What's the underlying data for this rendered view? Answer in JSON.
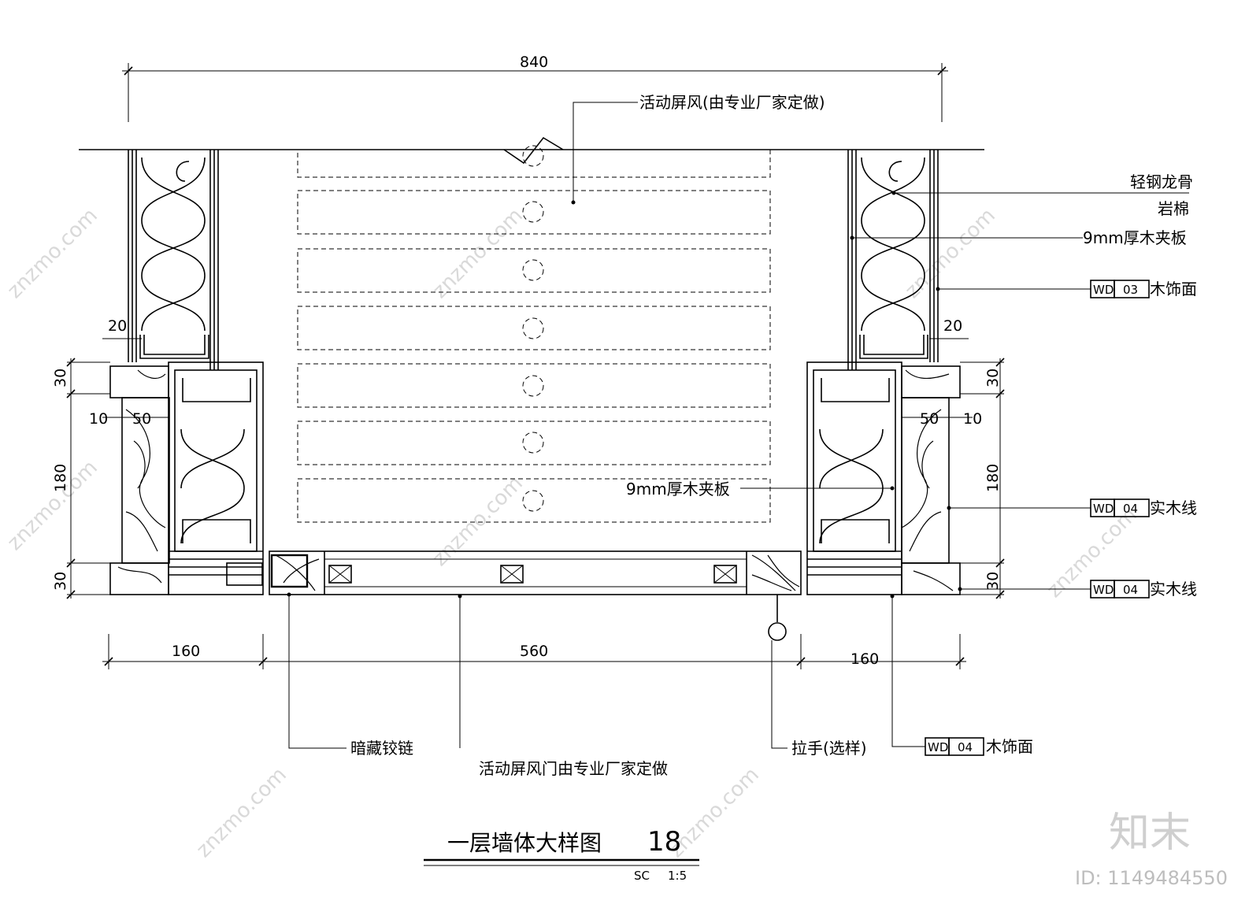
{
  "dimensions": {
    "top_total": "840",
    "left_gap": "20",
    "right_gap": "20",
    "left_top_thk": "30",
    "left_height": "180",
    "left_bot_thk": "30",
    "left_small": "10",
    "left_50": "50",
    "right_top_thk": "30",
    "right_height": "180",
    "right_bot_thk": "30",
    "right_small": "10",
    "right_50": "50",
    "bottom_left": "160",
    "bottom_mid": "560",
    "bottom_right": "160"
  },
  "labels": {
    "screen_top": "活动屏风(由专业厂家定做)",
    "steel_keel": "轻钢龙骨",
    "rock_wool": "岩棉",
    "plywood_right": "9mm厚木夹板",
    "plywood_center": "9mm厚木夹板",
    "wood_finish_right": "木饰面",
    "solid_wood_line_1": "实木线",
    "solid_wood_line_2": "实木线",
    "hidden_hinge": "暗藏铰链",
    "screen_door": "活动屏风门由专业厂家定做",
    "handle": "拉手(选样)",
    "wood_finish_bottom": "木饰面"
  },
  "tags": {
    "wd03": {
      "code": "WD",
      "num": "03"
    },
    "wd04a": {
      "code": "WD",
      "num": "04"
    },
    "wd04b": {
      "code": "WD",
      "num": "04"
    },
    "wd04c": {
      "code": "WD",
      "num": "04"
    }
  },
  "title": {
    "main": "一层墙体大样图",
    "number": "18",
    "scale_prefix": "SC",
    "scale": "1:5"
  },
  "watermark": {
    "site": "znzmo.com",
    "brand": "知末",
    "id": "ID: 1149484550"
  }
}
